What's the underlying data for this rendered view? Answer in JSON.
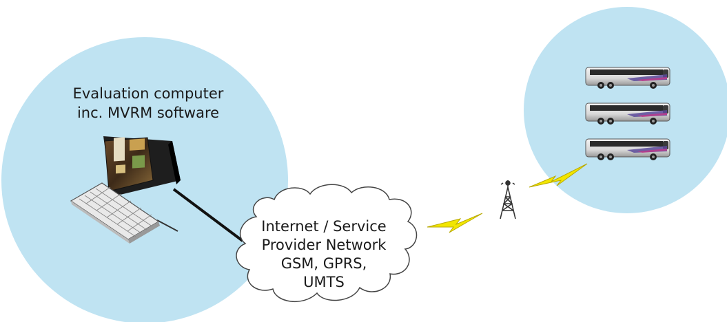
{
  "computer_label": {
    "line1": "Evaluation computer",
    "line2": "inc. MVRM software"
  },
  "network_label": {
    "line1": "Internet / Service",
    "line2": "Provider Network",
    "line3": "GSM, GPRS,",
    "line4": "UMTS"
  },
  "colors": {
    "circle_fill": "#bfe3f2",
    "cloud_fill": "#ffffff",
    "lightning": "#f2e600",
    "tower": "#333333"
  },
  "icons": [
    "computer-icon",
    "keyboard-icon",
    "cloud-icon",
    "antenna-tower-icon",
    "lightning-icon",
    "bus-icon"
  ]
}
